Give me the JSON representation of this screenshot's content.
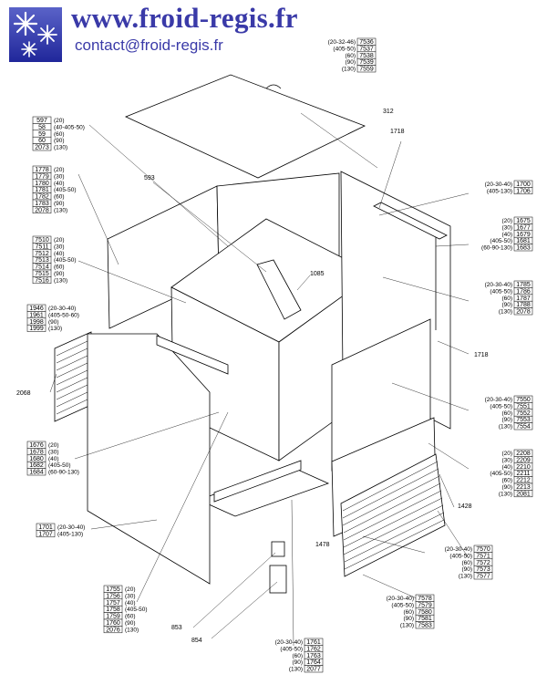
{
  "header": {
    "website": "www.froid-regis.fr",
    "email": "contact@froid-regis.fr"
  },
  "callouts": [
    {
      "ref": "312"
    },
    {
      "ref": "1718"
    },
    {
      "ref": "593"
    },
    {
      "ref": "1085"
    },
    {
      "ref": "1718"
    },
    {
      "ref": "2068"
    },
    {
      "ref": "1428"
    },
    {
      "ref": "1478"
    },
    {
      "ref": "853"
    },
    {
      "ref": "854"
    }
  ],
  "parts_groups": [
    {
      "id": "cover",
      "rows": [
        {
          "variant": "(20-32-46)",
          "ref": "7536"
        },
        {
          "variant": "(405-50)",
          "ref": "7537"
        },
        {
          "variant": "(60)",
          "ref": "7538"
        },
        {
          "variant": "(90)",
          "ref": "7539"
        },
        {
          "variant": "(130)",
          "ref": "7559"
        }
      ]
    },
    {
      "id": "top-panel",
      "rows": [
        {
          "ref": "597",
          "variant": "(20)"
        },
        {
          "ref": "58",
          "variant": "(40-405-50)"
        },
        {
          "ref": "59",
          "variant": "(60)"
        },
        {
          "ref": "60",
          "variant": "(90)"
        },
        {
          "ref": "2073",
          "variant": "(130)"
        }
      ]
    },
    {
      "id": "side-left",
      "rows": [
        {
          "ref": "1778",
          "variant": "(20)"
        },
        {
          "ref": "1779",
          "variant": "(30)"
        },
        {
          "ref": "1780",
          "variant": "(40)"
        },
        {
          "ref": "1781",
          "variant": "(405-50)"
        },
        {
          "ref": "1782",
          "variant": "(60)"
        },
        {
          "ref": "1783",
          "variant": "(90)"
        },
        {
          "ref": "2078",
          "variant": "(130)"
        }
      ]
    },
    {
      "id": "inner-tank",
      "rows": [
        {
          "ref": "7510",
          "variant": "(20)"
        },
        {
          "ref": "7511",
          "variant": "(30)"
        },
        {
          "ref": "7512",
          "variant": "(40)"
        },
        {
          "ref": "7513",
          "variant": "(405-50)"
        },
        {
          "ref": "7514",
          "variant": "(60)"
        },
        {
          "ref": "7515",
          "variant": "(90)"
        },
        {
          "ref": "7516",
          "variant": "(130)"
        }
      ]
    },
    {
      "id": "grille-left",
      "rows": [
        {
          "ref": "1946",
          "variant": "(20-30-40)"
        },
        {
          "ref": "1961",
          "variant": "(405-50-60)"
        },
        {
          "ref": "1998",
          "variant": "(90)"
        },
        {
          "ref": "1999",
          "variant": "(130)"
        }
      ]
    },
    {
      "id": "door-seal",
      "rows": [
        {
          "ref": "1676",
          "variant": "(20)"
        },
        {
          "ref": "1678",
          "variant": "(30)"
        },
        {
          "ref": "1680",
          "variant": "(40)"
        },
        {
          "ref": "1682",
          "variant": "(405-50)"
        },
        {
          "ref": "1684",
          "variant": "(60-90-130)"
        }
      ]
    },
    {
      "id": "door",
      "rows": [
        {
          "ref": "1701",
          "variant": "(20-30-40)"
        },
        {
          "ref": "1707",
          "variant": "(405-130)"
        }
      ]
    },
    {
      "id": "foot",
      "rows": [
        {
          "ref": "1755",
          "variant": "(20)"
        },
        {
          "ref": "1756",
          "variant": "(30)"
        },
        {
          "ref": "1757",
          "variant": "(40)"
        },
        {
          "ref": "1758",
          "variant": "(405-50)"
        },
        {
          "ref": "1759",
          "variant": "(60)"
        },
        {
          "ref": "1760",
          "variant": "(90)"
        },
        {
          "ref": "2076",
          "variant": "(130)"
        }
      ]
    },
    {
      "id": "base",
      "rows": [
        {
          "variant": "(20-30-40)",
          "ref": "1761"
        },
        {
          "variant": "(405-50)",
          "ref": "1762"
        },
        {
          "variant": "(60)",
          "ref": "1763"
        },
        {
          "variant": "(90)",
          "ref": "1764"
        },
        {
          "variant": "(130)",
          "ref": "2077"
        }
      ]
    },
    {
      "id": "hinge",
      "rows": [
        {
          "variant": "(20-30-40)",
          "ref": "1700"
        },
        {
          "variant": "(405-130)",
          "ref": "1706"
        }
      ]
    },
    {
      "id": "side-right",
      "rows": [
        {
          "variant": "(20)",
          "ref": "1675"
        },
        {
          "variant": "(30)",
          "ref": "1677"
        },
        {
          "variant": "(40)",
          "ref": "1679"
        },
        {
          "variant": "(405-50)",
          "ref": "1681"
        },
        {
          "variant": "(60-90-130)",
          "ref": "1683"
        }
      ]
    },
    {
      "id": "back-panel",
      "rows": [
        {
          "variant": "(20-30-40)",
          "ref": "1785"
        },
        {
          "variant": "(405-50)",
          "ref": "1786"
        },
        {
          "variant": "(60)",
          "ref": "1787"
        },
        {
          "variant": "(90)",
          "ref": "1788"
        },
        {
          "variant": "(130)",
          "ref": "2078"
        }
      ]
    },
    {
      "id": "front-panel",
      "rows": [
        {
          "variant": "(20-30-40)",
          "ref": "7550"
        },
        {
          "variant": "(405-50)",
          "ref": "7551"
        },
        {
          "variant": "(60)",
          "ref": "7552"
        },
        {
          "variant": "(90)",
          "ref": "7553"
        },
        {
          "variant": "(130)",
          "ref": "7554"
        }
      ]
    },
    {
      "id": "bottom-panel",
      "rows": [
        {
          "variant": "(20)",
          "ref": "2208"
        },
        {
          "variant": "(30)",
          "ref": "2209"
        },
        {
          "variant": "(40)",
          "ref": "2210"
        },
        {
          "variant": "(405-50)",
          "ref": "2211"
        },
        {
          "variant": "(60)",
          "ref": "2212"
        },
        {
          "variant": "(90)",
          "ref": "2213"
        },
        {
          "variant": "(130)",
          "ref": "2081"
        }
      ]
    },
    {
      "id": "grille-front",
      "rows": [
        {
          "variant": "(20-30-40)",
          "ref": "7570"
        },
        {
          "variant": "(405-50)",
          "ref": "7571"
        },
        {
          "variant": "(60)",
          "ref": "7572"
        },
        {
          "variant": "(90)",
          "ref": "7573"
        },
        {
          "variant": "(130)",
          "ref": "7577"
        }
      ]
    },
    {
      "id": "grille-frame",
      "rows": [
        {
          "variant": "(20-30-40)",
          "ref": "7578"
        },
        {
          "variant": "(405-50)",
          "ref": "7579"
        },
        {
          "variant": "(60)",
          "ref": "7580"
        },
        {
          "variant": "(90)",
          "ref": "7581"
        },
        {
          "variant": "(130)",
          "ref": "7583"
        }
      ]
    }
  ]
}
